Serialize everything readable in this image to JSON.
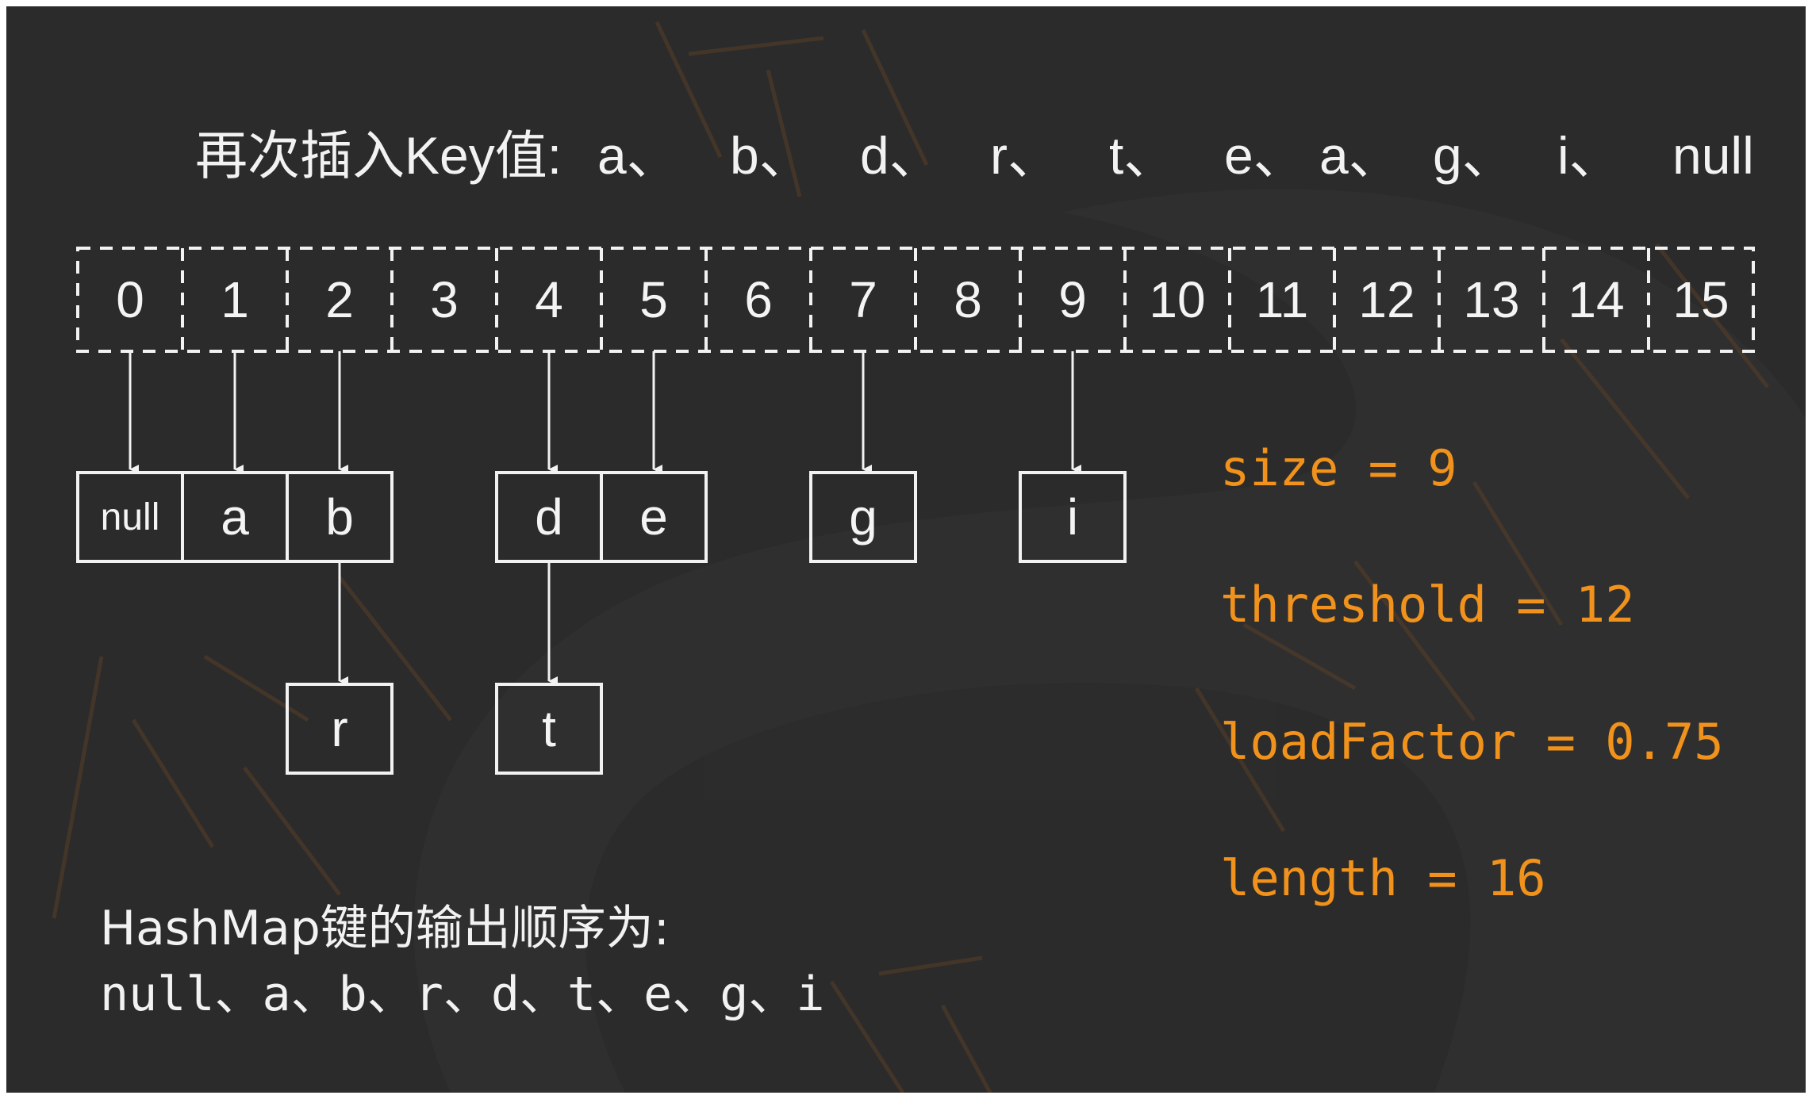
{
  "header": {
    "label": "再次插入Key值:",
    "keys": [
      "a、",
      "b、",
      "d、",
      "r、",
      "t、",
      "e、",
      "a、",
      "g、",
      "i、",
      "null"
    ]
  },
  "table": {
    "indices": [
      "0",
      "1",
      "2",
      "3",
      "4",
      "5",
      "6",
      "7",
      "8",
      "9",
      "10",
      "11",
      "12",
      "13",
      "14",
      "15"
    ]
  },
  "buckets": [
    {
      "index": 0,
      "chain": [
        "null"
      ]
    },
    {
      "index": 1,
      "chain": [
        "a"
      ]
    },
    {
      "index": 2,
      "chain": [
        "b",
        "r"
      ]
    },
    {
      "index": 4,
      "chain": [
        "d",
        "t"
      ]
    },
    {
      "index": 5,
      "chain": [
        "e"
      ]
    },
    {
      "index": 7,
      "chain": [
        "g"
      ]
    },
    {
      "index": 9,
      "chain": [
        "i"
      ]
    }
  ],
  "stats": {
    "size": "size = 9",
    "threshold": "threshold = 12",
    "load_factor": "loadFactor = 0.75",
    "length": "length = 16"
  },
  "output": {
    "title": "HashMap键的输出顺序为:",
    "order": "null、a、b、r、d、t、e、g、i"
  },
  "colors": {
    "background": "#2b2b2b",
    "text": "#f2f2f2",
    "accent": "#f0921b",
    "watermark": "#5a3e28"
  }
}
